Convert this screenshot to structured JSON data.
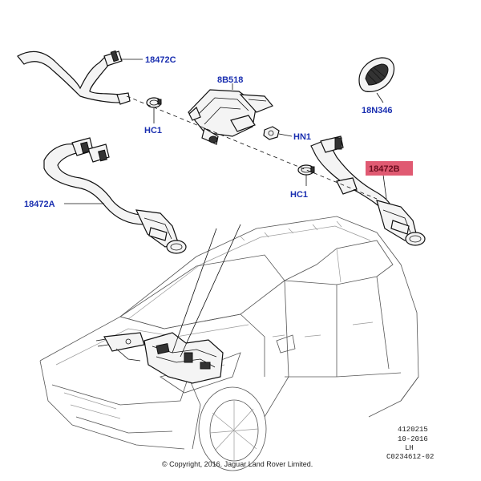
{
  "callouts": {
    "hose_c": "18472C",
    "heater_unit": "8B518",
    "grommet": "18N346",
    "hose_clamp_upper": "HC1",
    "nut": "HN1",
    "hose_b": "18472B",
    "hose_clamp_lower": "HC1",
    "hose_a": "18472A"
  },
  "meta": {
    "code": "4120215",
    "date": "10-2016",
    "side": "LH",
    "ref": "C0234612-02"
  },
  "copyright": "© Copyright, 2016. Jaguar Land Rover Limited.",
  "colors": {
    "callout_text": "#1a2fb0",
    "highlight_fill": "#e05a72",
    "highlight_text": "#6b0d1f"
  }
}
